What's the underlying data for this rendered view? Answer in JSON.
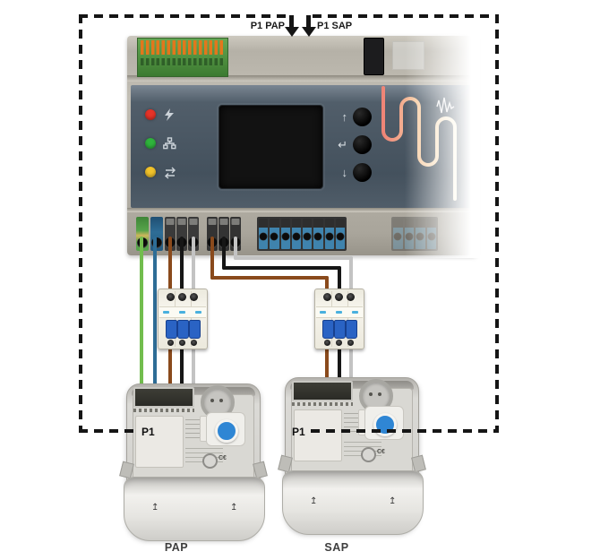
{
  "annotations": {
    "pap_port_label": "P1 PAP",
    "sap_port_label": "P1 SAP",
    "meter_left_p1": "P1",
    "meter_right_p1": "P1",
    "meter_left_name": "PAP",
    "meter_right_name": "SAP"
  },
  "device": {
    "leds": {
      "power": "#e63328",
      "network": "#2fb43c",
      "activity": "#f2c32b"
    },
    "buttons": {
      "up": "↑",
      "enter": "↵",
      "down": "↓"
    }
  },
  "meter": {
    "ce_mark": "C€",
    "cover_mark": "↥",
    "button_color": "#2f86d4"
  },
  "colors": {
    "wire_green": "#72bd4e",
    "wire_blue": "#2e6d96",
    "wire_brown": "#8a4a1c",
    "wire_black": "#161616",
    "wire_grey": "#c3c3c3",
    "breaker_toggle": "#2a63c4"
  }
}
